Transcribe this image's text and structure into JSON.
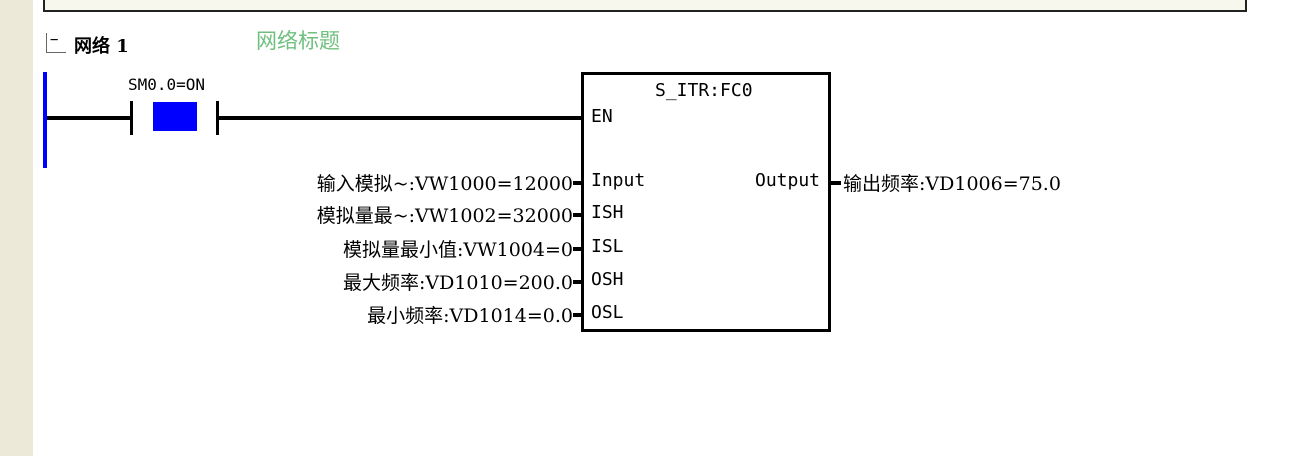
{
  "network": {
    "toggle_symbol": "−",
    "label": "网络 1",
    "title": "网络标题"
  },
  "contact": {
    "label": "SM0.0=ON"
  },
  "function_block": {
    "name": "S_ITR:FC0",
    "pins": {
      "en": "EN",
      "input": "Input",
      "ish": "ISH",
      "isl": "ISL",
      "osh": "OSH",
      "osl": "OSL",
      "output": "Output"
    },
    "operands": {
      "input": "输入模拟~:VW1000=12000",
      "ish": "模拟量最~:VW1002=32000",
      "isl": "模拟量最小值:VW1004=0",
      "osh": "最大频率:VD1010=200.0",
      "osl": "最小频率:VD1014=0.0",
      "output": "输出频率:VD1006=75.0"
    }
  },
  "colors": {
    "rail": "#0000ff",
    "contact_active": "#0000ff",
    "network_title": "#6fbf7f",
    "gutter": "#ece9d8"
  }
}
